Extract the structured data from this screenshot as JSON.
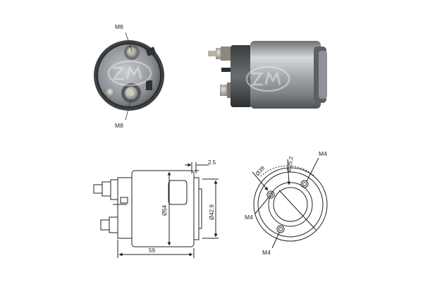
{
  "photo_top_view": {
    "thread_top": "M8",
    "thread_bottom": "M8"
  },
  "side_drawing": {
    "dim_flange": "2.5",
    "dim_body_diameter": "Ø54",
    "dim_boss_diameter": "Ø42.9",
    "dim_length": "59"
  },
  "end_drawing": {
    "dim_bolt_circle": "Ø39",
    "dim_center_bore": "Ø25.2",
    "thread_top_right": "M4",
    "thread_left": "M4",
    "thread_bottom": "M4"
  },
  "logo_watermark": "ZM"
}
